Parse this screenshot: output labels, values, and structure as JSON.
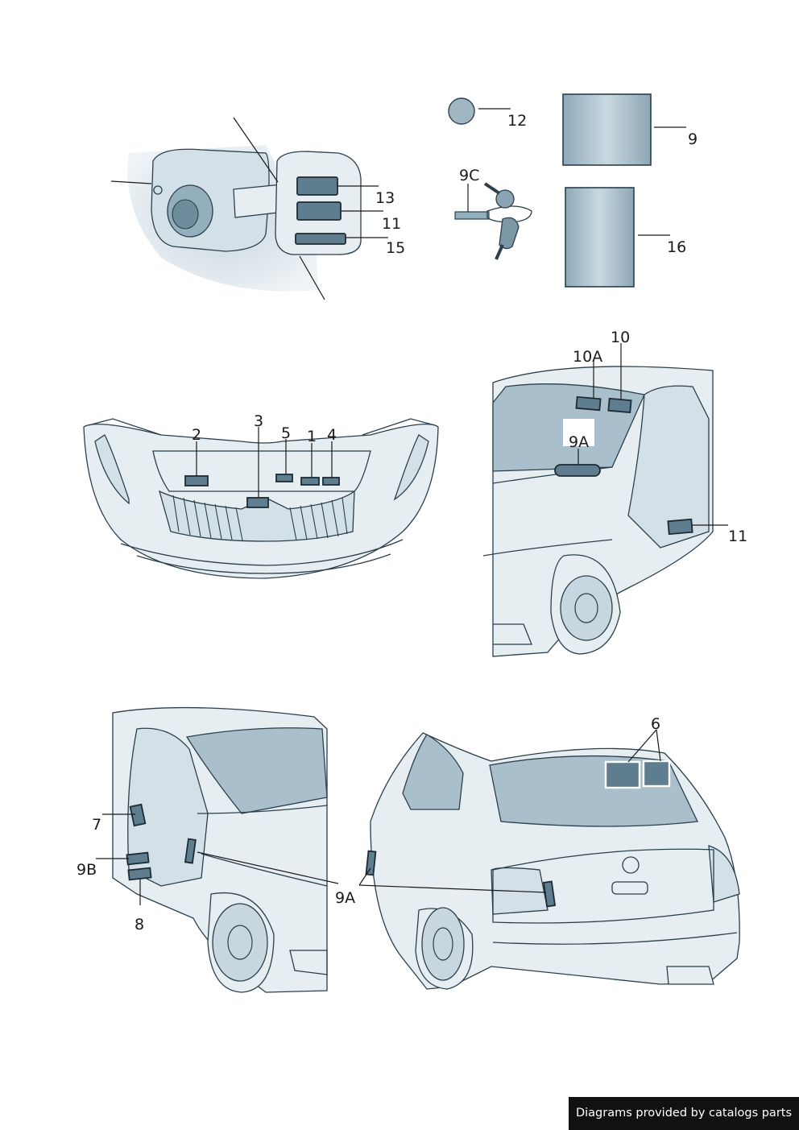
{
  "labels": {
    "l1": "1",
    "l2": "2",
    "l3": "3",
    "l4": "4",
    "l5": "5",
    "l6": "6",
    "l7": "7",
    "l8": "8",
    "l9": "9",
    "l9a_front": "9A",
    "l9a_side": "9A",
    "l9b": "9B",
    "l9c": "9C",
    "l10": "10",
    "l10a": "10A",
    "l11_fuel": "11",
    "l11_door": "11",
    "l12": "12",
    "l13": "13",
    "l15": "15",
    "l16": "16"
  },
  "footer": {
    "credit": "Diagrams provided by catalogs parts"
  },
  "colors": {
    "sticker": "#5e7d8e",
    "body": "#e6eef2",
    "glass": "#a9c0cc",
    "footer_bg": "#111111"
  }
}
